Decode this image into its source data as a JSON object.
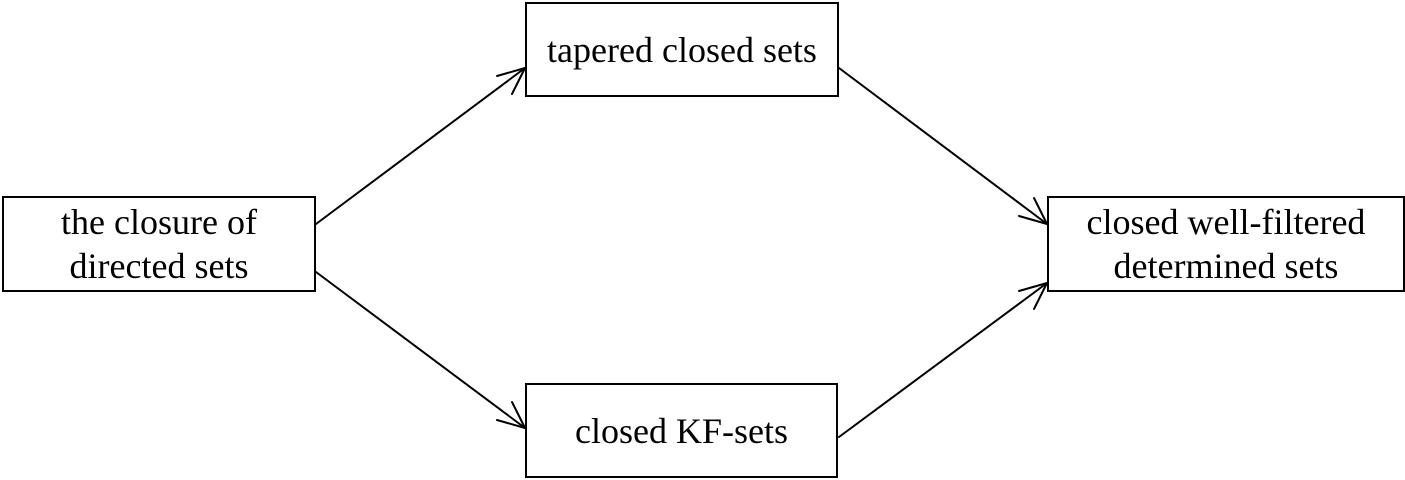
{
  "nodes": {
    "left": {
      "lines": [
        "the closure of",
        "directed sets"
      ]
    },
    "top": {
      "lines": [
        "tapered closed sets"
      ]
    },
    "bottom": {
      "lines": [
        "closed KF-sets"
      ]
    },
    "right": {
      "lines": [
        "closed well-filtered",
        "determined sets"
      ]
    }
  },
  "edges": [
    {
      "from": "left",
      "to": "top"
    },
    {
      "from": "left",
      "to": "bottom"
    },
    {
      "from": "top",
      "to": "right"
    },
    {
      "from": "bottom",
      "to": "right"
    }
  ],
  "colors": {
    "stroke": "#000000",
    "background": "#ffffff"
  }
}
